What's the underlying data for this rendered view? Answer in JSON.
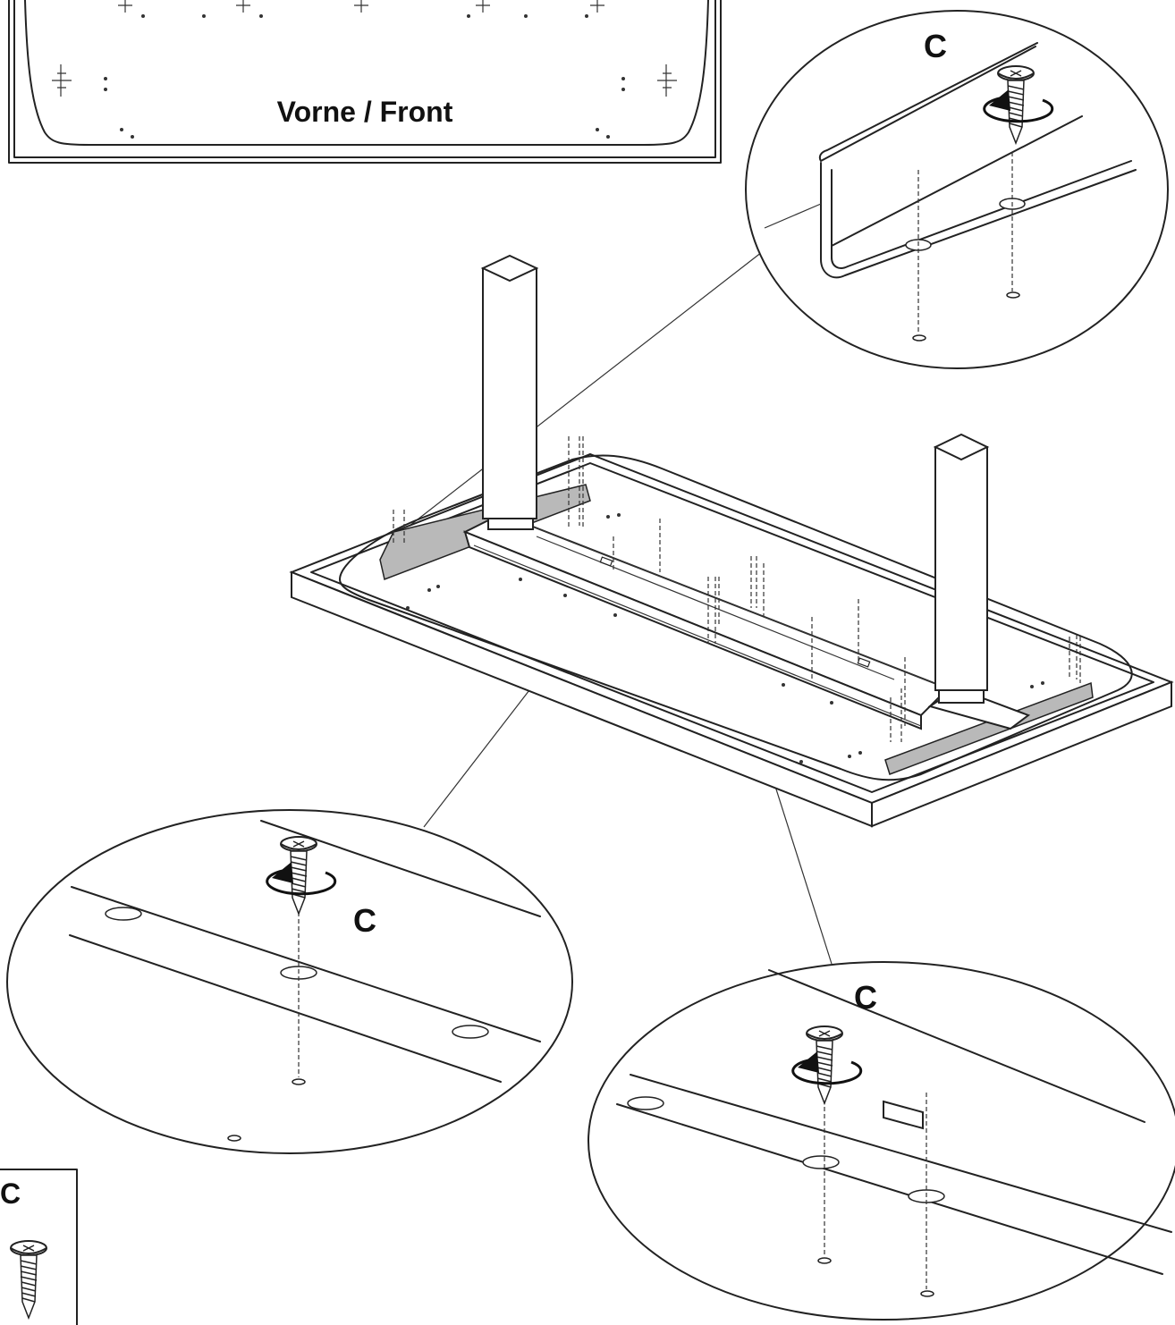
{
  "top_view": {
    "label": "Vorne / Front"
  },
  "callouts": {
    "top_right": {
      "label": "C"
    },
    "bottom_left": {
      "label": "C"
    },
    "bottom_right": {
      "label": "C"
    }
  },
  "parts_box": {
    "label": "C"
  }
}
